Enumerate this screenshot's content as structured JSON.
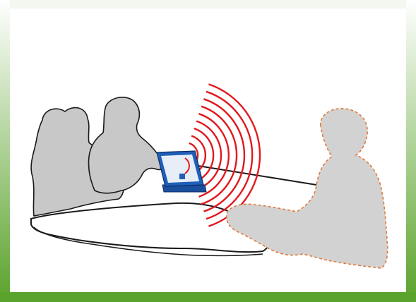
{
  "colors": {
    "frame_green": "#5aa32c",
    "frame_green_light": "#e2eedb",
    "person_fill": "#c8c8c8",
    "person_stroke": "#1a1a1a",
    "remote_fill": "#d2d2d2",
    "remote_stroke": "#e07a3a",
    "signal_red": "#e0191f",
    "device_blue": "#1f5fb8",
    "device_screen": "#e8eef8",
    "table_fill": "#ffffff",
    "table_stroke": "#1a1a1a"
  },
  "icons": {
    "local_person_left": "person-silhouette",
    "local_person_right": "person-silhouette",
    "remote_person": "person-silhouette-dashed",
    "device": "tablet-on-stand",
    "signal": "radio-waves"
  },
  "signal": {
    "arc_count": 9
  }
}
